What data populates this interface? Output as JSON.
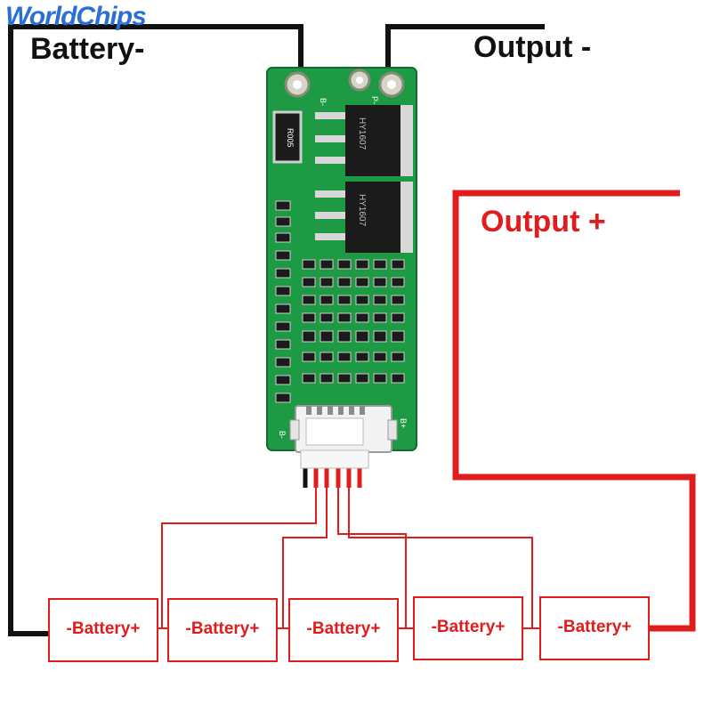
{
  "logo": {
    "text": "WorldChips",
    "color": "#2a6fd6"
  },
  "labels": {
    "battery_minus": "Battery-",
    "output_minus": "Output -",
    "output_plus": "Output +"
  },
  "pad_labels": {
    "b_minus": "B-",
    "p_minus": "P-",
    "b_plus": "B+",
    "b_minus_bottom": "B-"
  },
  "components": {
    "shunt": "R005",
    "mosfet_top": "HY1607",
    "mosfet_bottom": "HY1607"
  },
  "batteries": [
    {
      "label": "-Battery+"
    },
    {
      "label": "-Battery+"
    },
    {
      "label": "-Battery+"
    },
    {
      "label": "-Battery+"
    },
    {
      "label": "-Battery+"
    }
  ],
  "colors": {
    "negative_wire": "#111111",
    "positive_wire": "#e01c1c",
    "pcb": "#1e9a45",
    "connector": "#f2f2f2"
  }
}
